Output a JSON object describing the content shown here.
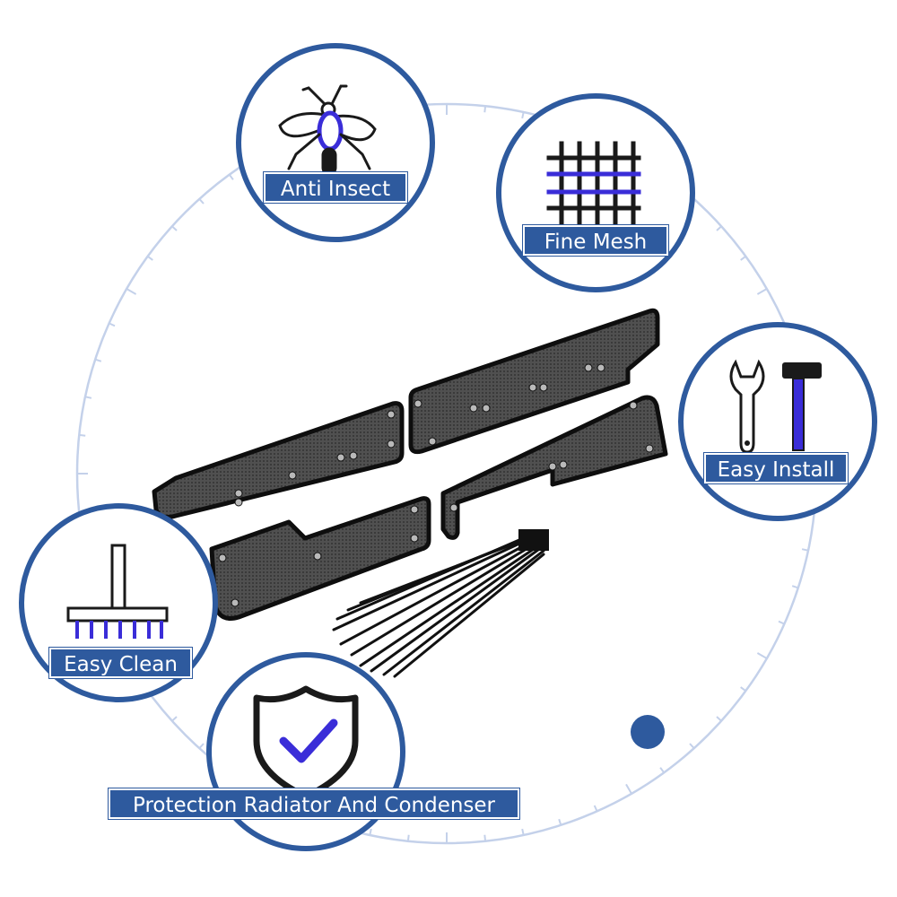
{
  "features": [
    {
      "label": "Anti Insect",
      "icon": "mosquito-icon"
    },
    {
      "label": "Fine Mesh",
      "icon": "mesh-grid-icon"
    },
    {
      "label": "Easy Install",
      "icon": "wrench-hammer-icon"
    },
    {
      "label": "Easy Clean",
      "icon": "brush-icon"
    },
    {
      "label": "Protection Radiator And Condenser",
      "icon": "shield-check-icon"
    }
  ],
  "colors": {
    "brand_blue": "#2e5a9e",
    "accent_purple": "#3a2dd8",
    "icon_dark": "#1a1a1a",
    "ring_light": "#c4d1ea",
    "mesh_panel": "#4a4a4a"
  },
  "product": {
    "item": "grille-mesh-panels",
    "accessory": "cable-ties"
  }
}
